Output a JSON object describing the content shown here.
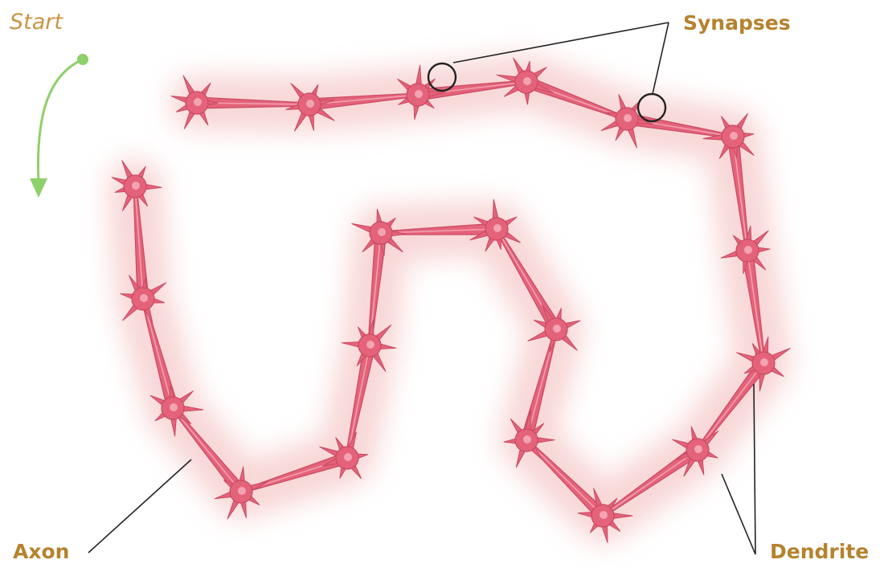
{
  "labels": {
    "start": "Start",
    "synapses": "Synapses",
    "axon": "Axon",
    "dendrite": "Dendrite"
  },
  "colors": {
    "neuron_fill": "#e4637a",
    "neuron_edge": "#c94a62",
    "neuron_highlight": "#f6aebb",
    "glow": "#f6c9c9",
    "start_arrow": "#8ed06a",
    "label_text": "#b5822e",
    "pointer_line": "#222222"
  },
  "icons": {
    "start_arrow": "curved-down-arrow-icon",
    "synapse_marker": "circle-outline-icon"
  }
}
